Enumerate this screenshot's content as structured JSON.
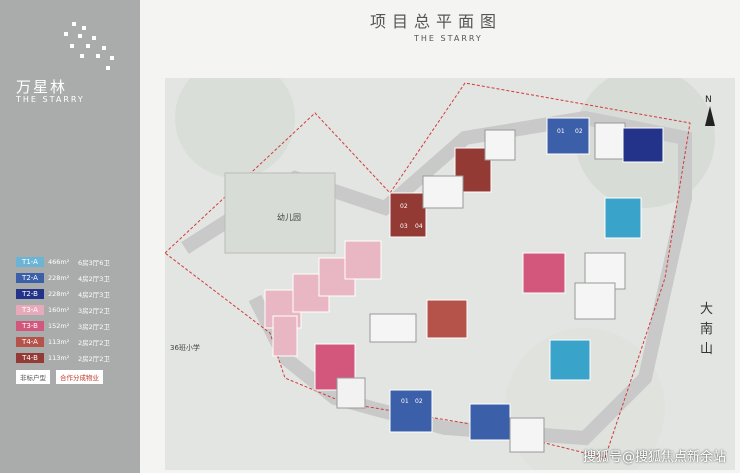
{
  "header": {
    "title": "项目总平面图",
    "subtitle": "THE STARRY"
  },
  "brand": {
    "name_cn": "万星林",
    "name_en": "THE STARRY"
  },
  "legend": {
    "items": [
      {
        "tag": "T1-A",
        "area": "466m²",
        "desc": "6房3厅6卫",
        "color": "#6ab4d6"
      },
      {
        "tag": "T2-A",
        "area": "228m²",
        "desc": "4房2厅3卫",
        "color": "#3b5fa8"
      },
      {
        "tag": "T2-B",
        "area": "228m²",
        "desc": "4房2厅3卫",
        "color": "#23338a"
      },
      {
        "tag": "T3-A",
        "area": "160m²",
        "desc": "3房2厅2卫",
        "color": "#e8a9bb"
      },
      {
        "tag": "T3-B",
        "area": "152m²",
        "desc": "3房2厅2卫",
        "color": "#d3567d"
      },
      {
        "tag": "T4-A",
        "area": "113m²",
        "desc": "2房2厅2卫",
        "color": "#b5524a"
      },
      {
        "tag": "T4-B",
        "area": "113m²",
        "desc": "2房2厅2卫",
        "color": "#933a35"
      }
    ],
    "footer": [
      "非标户型",
      "合作分成物业"
    ]
  },
  "map": {
    "kindergarten": "幼儿园",
    "school": "36班小学",
    "road": "大南山",
    "north": "N",
    "units": [
      {
        "text": "01"
      },
      {
        "text": "02"
      },
      {
        "text": "03"
      },
      {
        "text": "04"
      }
    ]
  },
  "watermark": "搜狐号@搜狐焦点新余站"
}
